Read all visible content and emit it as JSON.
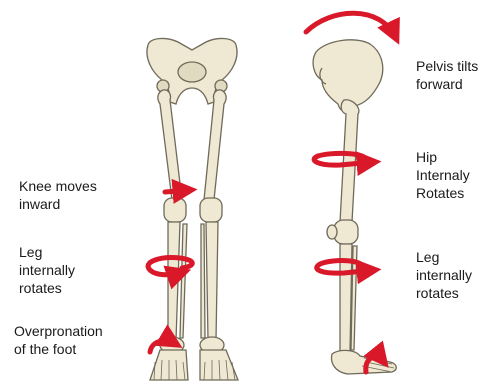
{
  "labels": {
    "knee_moves_inward": "Knee moves\ninward",
    "leg_internally_rotates_front": "Leg\ninternally\nrotates",
    "overpronation": "Overpronation\nof the foot",
    "pelvis_tilts_forward": "Pelvis tilts\nforward",
    "hip_internally_rotates": "Hip\nInternaly\nRotates",
    "leg_internally_rotates_side": "Leg\ninternally\nrotates"
  },
  "colors": {
    "bone_fill": "#efe8d2",
    "bone_stroke": "#6f6a5a",
    "arrow": "#d9182a",
    "text": "#1a1a1a",
    "background": "#ffffff"
  },
  "icons": {
    "arrow": "red-curved-arrow",
    "skeleton": "lower-body-skeleton"
  }
}
